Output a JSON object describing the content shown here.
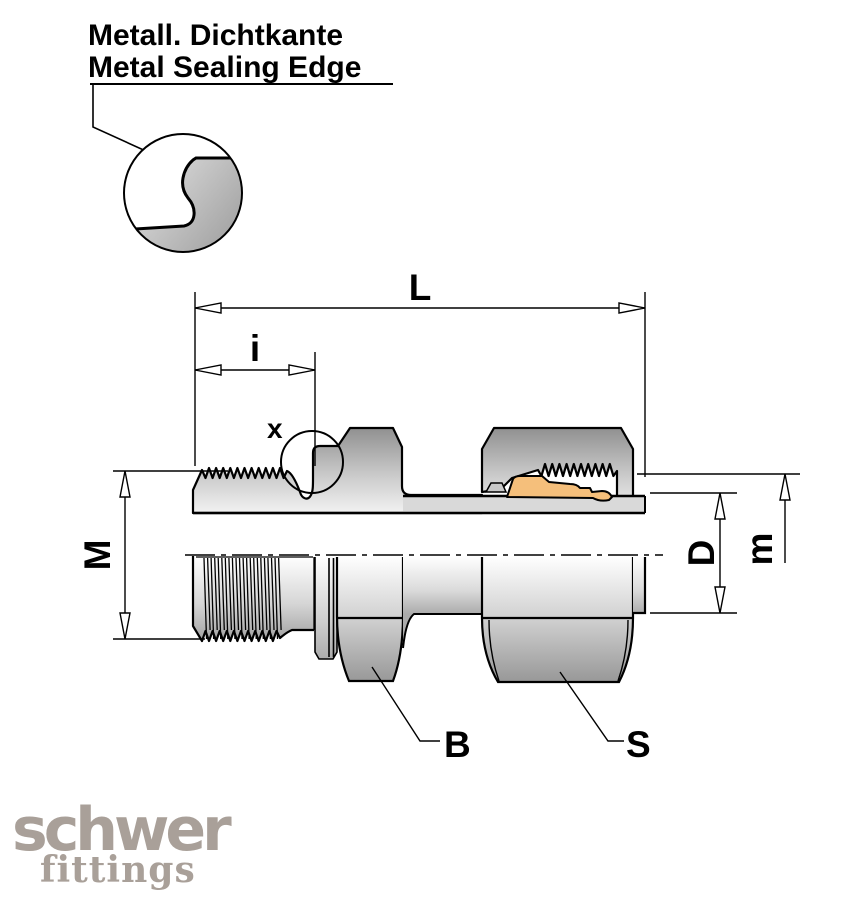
{
  "callout": {
    "line1": "Metall. Dichtkante",
    "line2": "Metal Sealing Edge"
  },
  "labels": {
    "overall_length": "L",
    "thread_length": "i",
    "sealing_edge_detail": "x",
    "thread_size": "M",
    "tube_diameter": "D",
    "depth": "m",
    "body_hex": "B",
    "nut_hex": "S"
  },
  "logo": {
    "name": "schwer",
    "type": "fittings"
  },
  "colors": {
    "line": "#000000",
    "cutting_ring": "#f5bf7b",
    "logo": "#a9a099"
  }
}
